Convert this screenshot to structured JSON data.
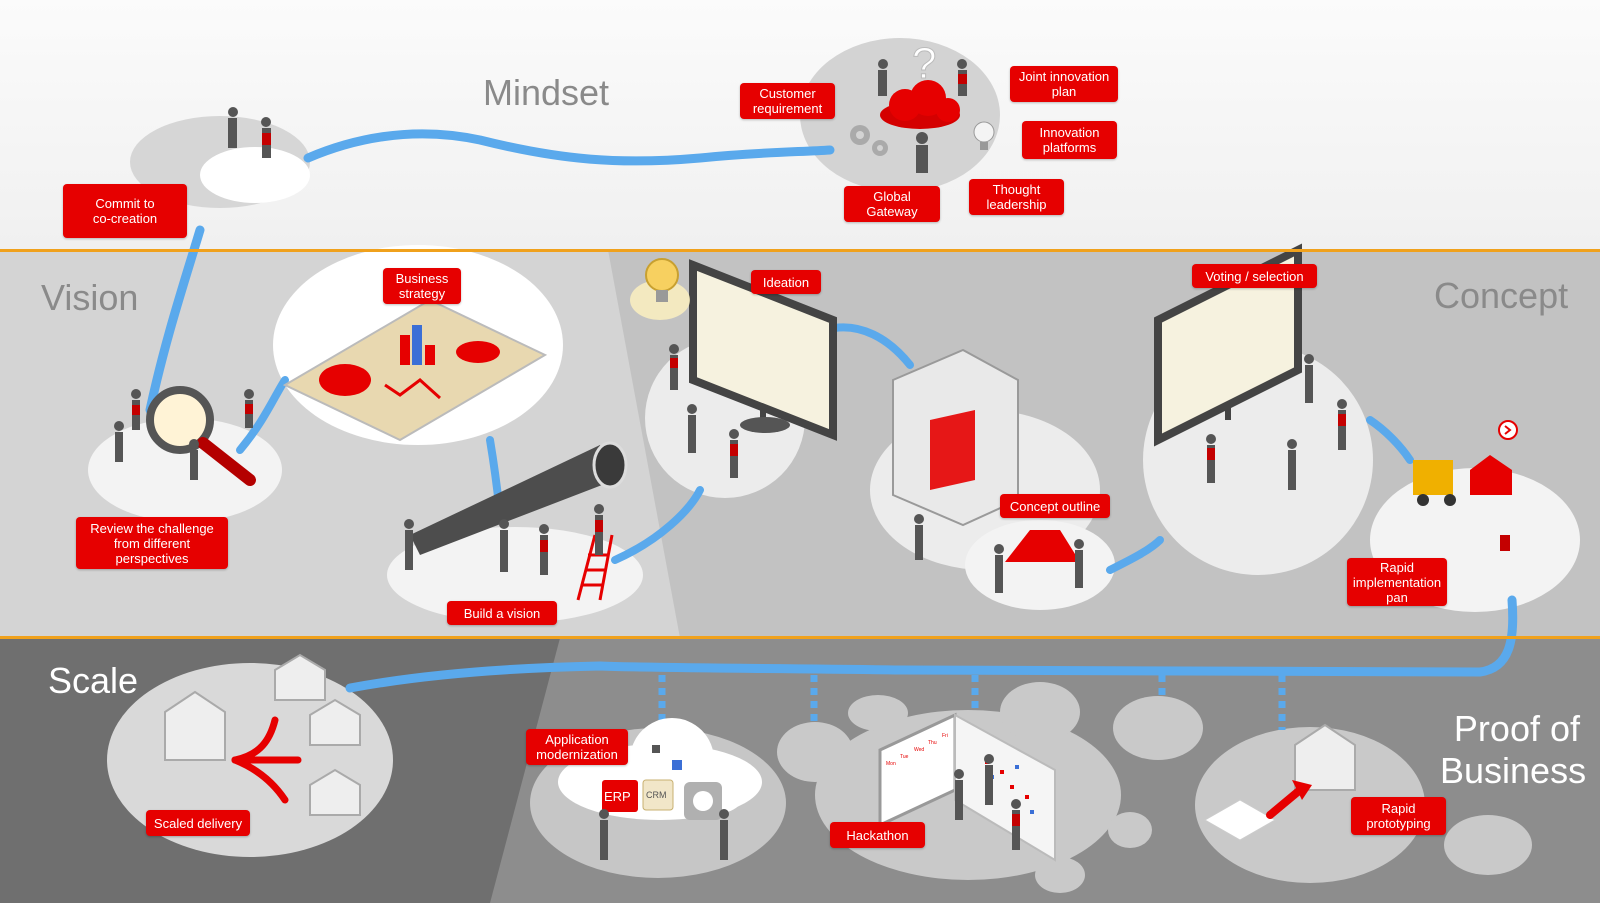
{
  "sections": {
    "mindset": "Mindset",
    "vision": "Vision",
    "concept": "Concept",
    "scale": "Scale",
    "proof_of_business": "Proof of\nBusiness"
  },
  "labels": {
    "commit": "Commit to\nco-creation",
    "customer_requirement": "Customer\nrequirement",
    "joint_innovation_plan": "Joint innovation\nplan",
    "innovation_platforms": "Innovation\nplatforms",
    "global_gateway": "Global\nGateway",
    "thought_leadership": "Thought\nleadership",
    "business_strategy": "Business\nstrategy",
    "review_challenge": "Review the challenge\nfrom different\nperspectives",
    "build_vision": "Build a vision",
    "ideation": "Ideation",
    "concept_outline": "Concept outline",
    "voting_selection": "Voting / selection",
    "rapid_implementation": "Rapid\nimplementation\npan",
    "scaled_delivery": "Scaled delivery",
    "application_modernization": "Application\nmodernization",
    "hackathon": "Hackathon",
    "rapid_prototyping": "Rapid\nprototyping"
  },
  "cloud_apps": {
    "erp": "ERP",
    "crm": "CRM"
  },
  "calendar_days": [
    "Mon",
    "Tue",
    "Wed",
    "Thu",
    "Fri"
  ],
  "icons": [
    "question-mark-icon",
    "red-cloud-icon",
    "gear-icon",
    "lightbulb-icon",
    "telescope-icon",
    "magnifier-icon",
    "3d-printer-icon",
    "forklift-icon",
    "house-icon",
    "arrow-icon",
    "smiley-icon",
    "next-arrow-icon"
  ],
  "colors": {
    "accent_red": "#e60000",
    "path_blue": "#5aa9ec",
    "section_divider": "#f0a11c",
    "title_gray": "#8a8a8a"
  }
}
